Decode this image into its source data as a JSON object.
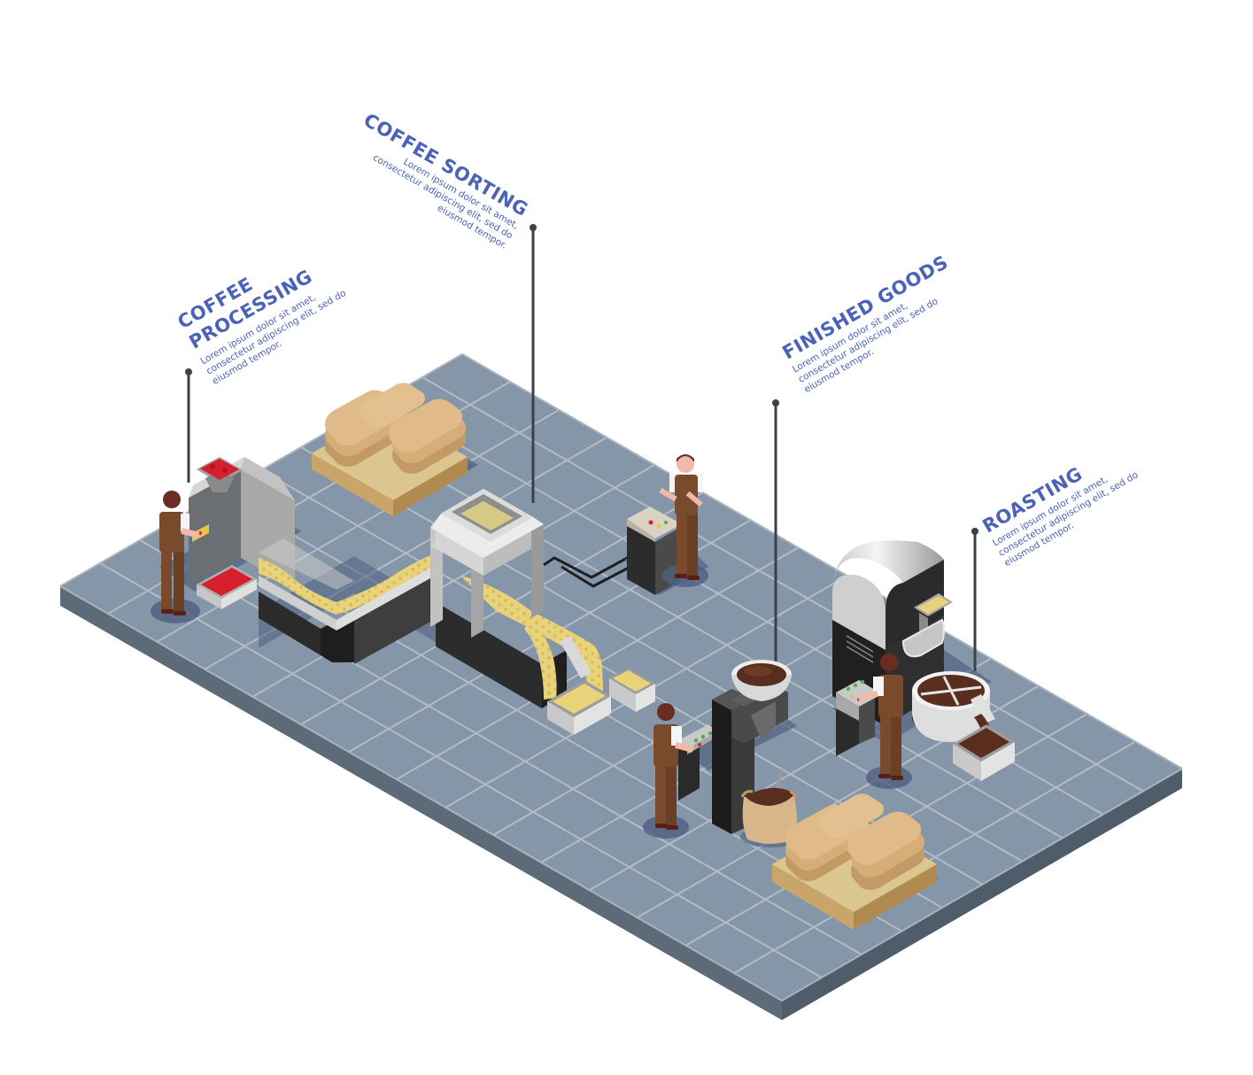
{
  "labels": {
    "coffee_processing": {
      "title_line1": "COFFEE",
      "title_line2": "PROCESSING",
      "body_line1": "Lorem ipsum dolor sit amet,",
      "body_line2": "consectetur adipiscing elit, sed do",
      "body_line3": "eiusmod tempor."
    },
    "coffee_sorting": {
      "title": "COFFEE SORTING",
      "body_line1": "Lorem ipsum dolor sit amet,",
      "body_line2": "consectetur adipiscing elit, sed do",
      "body_line3": "eiusmod tempor."
    },
    "finished_goods": {
      "title": "FINISHED GOODS",
      "body_line1": "Lorem ipsum dolor sit amet,",
      "body_line2": "consectetur adipiscing elit, sed do",
      "body_line3": "eiusmod tempor."
    },
    "roasting": {
      "title": "ROASTING",
      "body_line1": "Lorem ipsum dolor sit amet,",
      "body_line2": "consectetur adipiscing elit, sed do",
      "body_line3": "eiusmod tempor."
    }
  },
  "colors": {
    "label_text": "#4a62b8",
    "floor_top": "#8596a8",
    "floor_grid": "#b3bcc6",
    "floor_side_left": "#5d6b79",
    "floor_side_right": "#4f5d6b",
    "shadow": "#4d5f80",
    "machine_light": "#dcdcdc",
    "machine_mid": "#b9b9b9",
    "machine_dark": "#3a3a3a",
    "beans_green": "#e8d27a",
    "beans_red": "#d61f2c",
    "coffee_brown": "#5a2e1e",
    "sack": "#deb887",
    "pallet": "#c9a56a",
    "apron": "#7a4a2c",
    "shirt": "#f4f4f4",
    "hair": "#6b2d22",
    "skin": "#f2b8a8",
    "pole": "#3b4049"
  },
  "stations": [
    {
      "name": "Coffee Processing",
      "workers": 1,
      "items": [
        "red cherry hopper",
        "processing machine",
        "red bean tray"
      ]
    },
    {
      "name": "Coffee Sorting",
      "workers": 1,
      "items": [
        "conveyor belt",
        "sorting machine",
        "control panel",
        "two output trays"
      ]
    },
    {
      "name": "Finished Goods",
      "workers": 1,
      "items": [
        "grinder",
        "control panel",
        "ground coffee sack",
        "pallet of sacks"
      ]
    },
    {
      "name": "Roasting",
      "workers": 1,
      "items": [
        "drum roaster",
        "cooling tray",
        "control panel",
        "output tray"
      ]
    }
  ]
}
